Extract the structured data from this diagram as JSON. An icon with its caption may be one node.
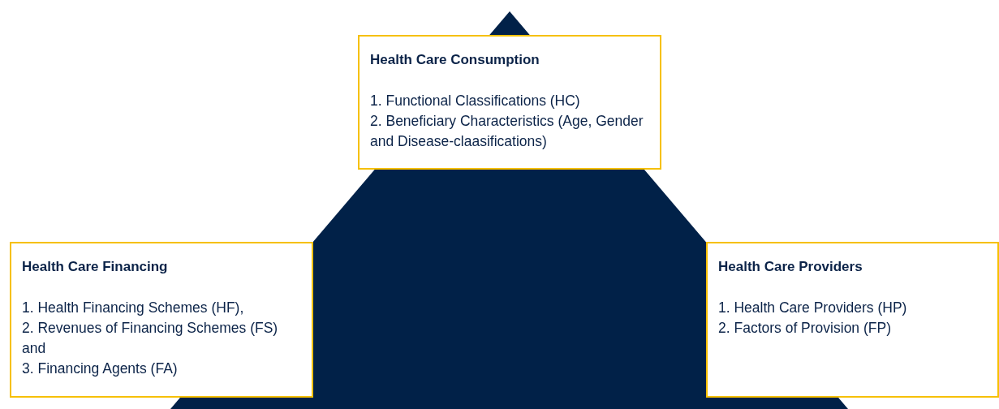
{
  "diagram": {
    "nodes": [
      {
        "text": [
          "Health Care Consumption",
          "1. Functional Classifications (HC)",
          "2. Beneficiary Characteristics (Age, Gender and Disease-claasifications)"
        ]
      },
      {
        "text": [
          "Health Care Financing",
          "1. Health Financing Schemes (HF),",
          "2. Revenues of Financing Schemes (FS) and",
          "3. Financing Agents (FA)"
        ]
      },
      {
        "text": [
          "Health Care Providers",
          "1. Health Care Providers (HP)",
          "2. Factors of Provision (FP)"
        ]
      }
    ]
  }
}
